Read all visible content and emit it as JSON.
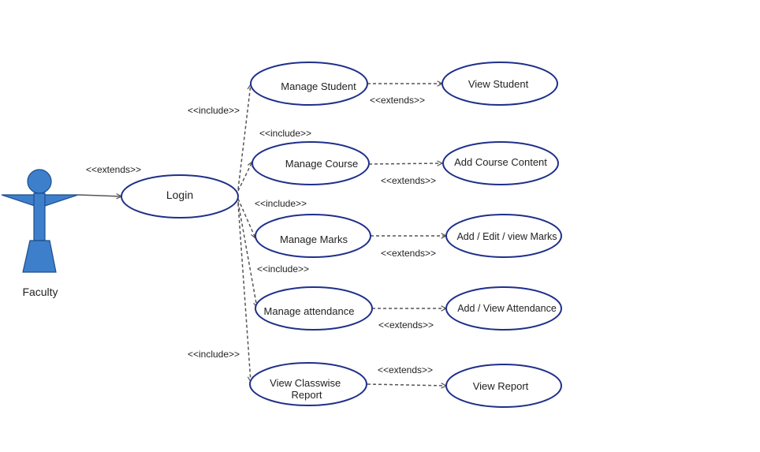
{
  "diagram": {
    "actor": {
      "name": "Faculty",
      "icon": "stick-figure-actor-icon",
      "fill": "#3D7FCB",
      "stroke": "#1E4E8C"
    },
    "colors": {
      "ellipse_stroke": "#1F2F8A",
      "line": "#555555"
    },
    "use_cases": {
      "login": "Login",
      "manage_student": "Manage Student",
      "manage_course": "Manage Course",
      "manage_marks": "Manage Marks",
      "manage_attendance": "Manage attendance",
      "view_classwise_report": [
        "View Classwise",
        "Report"
      ],
      "view_student": "View Student",
      "add_course_content": "Add Course Content",
      "add_edit_view_marks": "Add / Edit / view Marks",
      "add_view_attendance": "Add / View Attendance",
      "view_report": "View Report"
    },
    "relations": {
      "actor_login": "<<extends>>",
      "include_1": "<<include>>",
      "include_2": "<<include>>",
      "include_3": "<<include>>",
      "include_4": "<<include>>",
      "include_5": "<<include>>",
      "extends_1": "<<extends>>",
      "extends_2": "<<extends>>",
      "extends_3": "<<extends>>",
      "extends_4": "<<extends>>",
      "extends_5": "<<extends>>"
    }
  }
}
